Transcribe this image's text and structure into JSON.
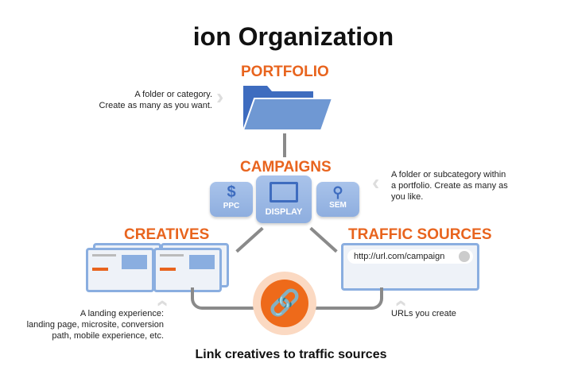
{
  "title": "ion Organization",
  "portfolio": {
    "heading": "PORTFOLIO",
    "note": [
      "A folder or category.",
      "Create as many as you want."
    ]
  },
  "campaigns": {
    "heading": "CAMPAIGNS",
    "note": [
      "A folder or subcategory within",
      "a portfolio. Create as many as",
      "you like."
    ],
    "tiles": [
      "PPC",
      "DISPLAY",
      "SEM"
    ]
  },
  "creatives": {
    "heading": "CREATIVES",
    "note": [
      "A landing experience:",
      "landing page, microsite, conversion",
      "path, mobile experience, etc."
    ]
  },
  "traffic": {
    "heading": "TRAFFIC SOURCES",
    "url": "http://url.com/campaign",
    "note": "URLs you create"
  },
  "footer": "Link creatives to traffic sources",
  "colors": {
    "accent": "#e8641e",
    "blue": "#6f98d3"
  }
}
